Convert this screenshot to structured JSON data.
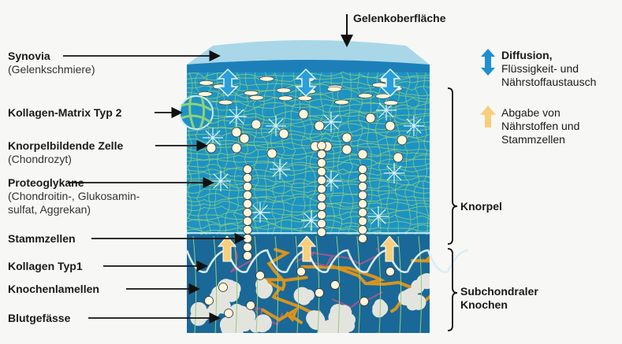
{
  "title_top": "Gelenkoberfläche",
  "left_labels": [
    {
      "id": "synovia",
      "title": "Synovia",
      "sub": [
        "(Gelenkschmiere)"
      ]
    },
    {
      "id": "kollagen-matrix",
      "title": "Kollagen-Matrix Typ 2",
      "sub": []
    },
    {
      "id": "knorpelzelle",
      "title": "Knorpelbildende Zelle",
      "sub": [
        "(Chondrozyt)"
      ]
    },
    {
      "id": "proteoglykane",
      "title": "Proteoglykane",
      "sub": [
        "(Chondroitin-, Glukosamin-",
        "sulfat, Aggrekan)"
      ]
    },
    {
      "id": "stammzellen",
      "title": "Stammzellen",
      "sub": []
    },
    {
      "id": "kollagen-typ1",
      "title": "Kollagen Typ1",
      "sub": []
    },
    {
      "id": "knochenlamellen",
      "title": "Knochenlamellen",
      "sub": []
    },
    {
      "id": "blutgefaesse",
      "title": "Blutgefässe",
      "sub": []
    }
  ],
  "legend": [
    {
      "icon": "double-arrow-vertical-icon",
      "title": "Diffusion,",
      "lines": [
        "Flüssigkeit- und",
        "Nährstoffaustausch"
      ],
      "color": "#1e8fd0"
    },
    {
      "icon": "up-arrow-icon",
      "title": "",
      "lines": [
        "Abgabe von",
        "Nährstoffen und",
        "Stammzellen"
      ],
      "color": "#f7cf7c"
    }
  ],
  "brackets": [
    {
      "label": [
        "Knorpel"
      ]
    },
    {
      "label": [
        "Subchondraler",
        "Knochen"
      ]
    }
  ],
  "colors": {
    "cartilage": "#1d8fc2",
    "bone": "#1a6e9e",
    "synovia": "#9fd3e6",
    "fiber": "#8fd07a",
    "cell": "#fbf6dc",
    "bone_lamella": "#e4e4df",
    "vessel": "#d9931d"
  }
}
